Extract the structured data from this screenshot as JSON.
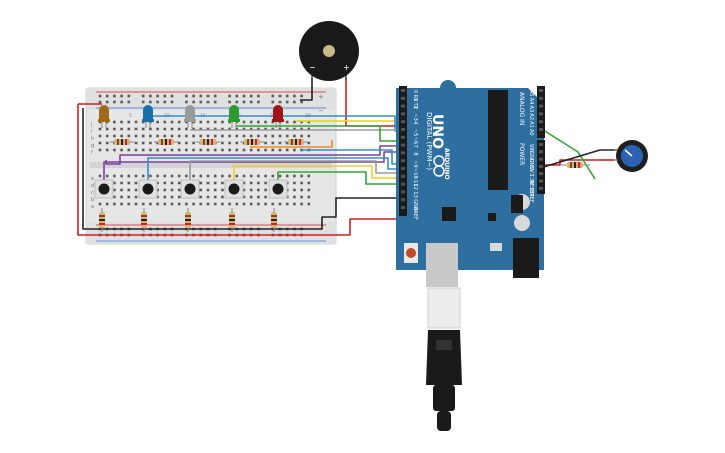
{
  "board": {
    "model_label": "UNO",
    "brand_label": "ARDUINO",
    "digital_label": "DIGITAL (PWM~)",
    "analog_label": "ANALOG IN",
    "power_label": "POWER",
    "digital_pins": [
      "0 RX",
      "1 TX",
      "2",
      "~3",
      "4",
      "~5",
      "~6",
      "7",
      "8",
      "~9",
      "~10",
      "~11",
      "12",
      "13",
      "GND",
      "AREF"
    ],
    "analog_pins": [
      "A5",
      "A4",
      "A3",
      "A2",
      "A1",
      "A0"
    ],
    "power_pins": [
      "VIN",
      "GND",
      "GND",
      "5V",
      "3.3V",
      "RESET",
      "IOREF"
    ]
  },
  "breadboard": {
    "row_letters_top": [
      "j",
      "i",
      "h",
      "g",
      "f"
    ],
    "row_letters_bottom": [
      "e",
      "d",
      "c",
      "b",
      "a"
    ],
    "col_numbers": [
      "1",
      "5",
      "10",
      "15",
      "20",
      "25",
      "30"
    ],
    "rail_plus": "+",
    "rail_minus": "−"
  },
  "buzzer": {
    "minus_label": "−",
    "plus_label": "+"
  },
  "leds": [
    {
      "color": "#a06a1c"
    },
    {
      "color": "#1a6fa8"
    },
    {
      "color": "#9a9a9a"
    },
    {
      "color": "#2f9a2f"
    },
    {
      "color": "#a01414"
    }
  ],
  "wire_colors": {
    "red": "#d21f1f",
    "black": "#222222",
    "yellow": "#f1d21c",
    "blue": "#2d8fd6",
    "green": "#2fa82f",
    "purple": "#7a3ea8",
    "orange": "#f08a1c",
    "gray": "#9a9a9a"
  }
}
